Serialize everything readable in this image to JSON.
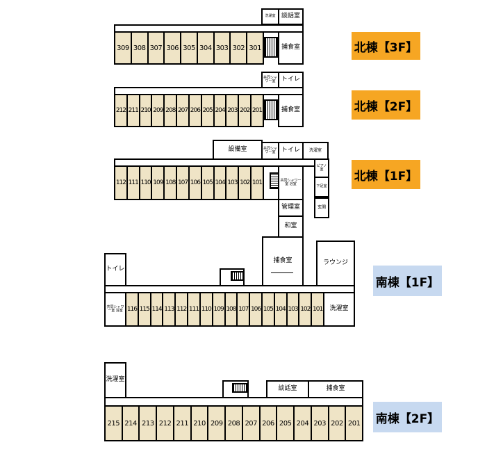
{
  "labels": {
    "north3": "北棟【3F】",
    "north2": "北棟【2F】",
    "north1": "北棟【1F】",
    "south1": "南棟【1F】",
    "south2": "南棟【2F】"
  },
  "colors": {
    "north_badge": "#f6a623",
    "south_badge": "#c7d9f0",
    "room_fill": "#efe4c6"
  },
  "floors": {
    "n3": {
      "rooms": [
        "309",
        "308",
        "307",
        "306",
        "305",
        "304",
        "303",
        "302",
        "301"
      ],
      "laundry": "洗濯室",
      "lounge": "談話室",
      "meal": "捕食室"
    },
    "n2": {
      "rooms": [
        "212",
        "211",
        "210",
        "209",
        "208",
        "207",
        "206",
        "205",
        "204",
        "203",
        "202",
        "201"
      ],
      "shower": "共同シャワー室",
      "toilet": "トイレ",
      "meal": "捕食室"
    },
    "n1": {
      "rooms": [
        "112",
        "111",
        "110",
        "109",
        "108",
        "107",
        "106",
        "105",
        "104",
        "103",
        "102",
        "101"
      ],
      "equipment": "設備室",
      "shower": "共同シャワー室",
      "toilet": "トイレ",
      "laundry": "洗濯室",
      "shower_bath": "共同シャワー室 浴室",
      "piano": "ピアノ室",
      "under_shoes": "下足室",
      "manager": "管理室",
      "entrance": "玄関",
      "japanese": "和室"
    },
    "s1": {
      "rooms": [
        "116",
        "115",
        "114",
        "113",
        "112",
        "111",
        "110",
        "109",
        "108",
        "107",
        "106",
        "105",
        "104",
        "103",
        "102",
        "101"
      ],
      "meal": "捕食室",
      "lounge": "ラウンジ",
      "toilet": "トイレ",
      "shower_bath": "共同シャワー室 浴室",
      "laundry": "洗濯室"
    },
    "s2": {
      "rooms": [
        "215",
        "214",
        "213",
        "212",
        "211",
        "210",
        "209",
        "208",
        "207",
        "206",
        "205",
        "204",
        "203",
        "202",
        "201"
      ],
      "laundry": "洗濯室",
      "lounge": "談話室",
      "meal": "捕食室"
    }
  }
}
